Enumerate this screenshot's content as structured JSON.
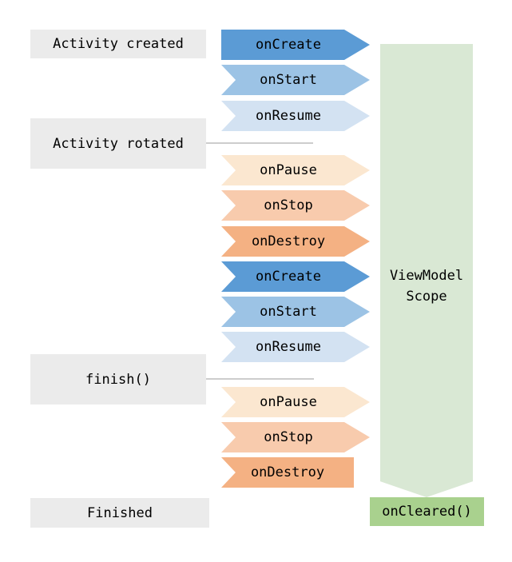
{
  "diagram": {
    "stage_labels": [
      {
        "label": "Activity created"
      },
      {
        "label": "Activity rotated"
      },
      {
        "label": "finish()"
      },
      {
        "label": "Finished"
      }
    ],
    "arrows": [
      {
        "label": "onCreate",
        "color": "#5b9bd5"
      },
      {
        "label": "onStart",
        "color": "#9cc3e5"
      },
      {
        "label": "onResume",
        "color": "#d3e2f2"
      },
      {
        "label": "onPause",
        "color": "#fbe7d0"
      },
      {
        "label": "onStop",
        "color": "#f8cbad"
      },
      {
        "label": "onDestroy",
        "color": "#f4b183"
      },
      {
        "label": "onCreate",
        "color": "#5b9bd5"
      },
      {
        "label": "onStart",
        "color": "#9cc3e5"
      },
      {
        "label": "onResume",
        "color": "#d3e2f2"
      },
      {
        "label": "onPause",
        "color": "#fbe7d0"
      },
      {
        "label": "onStop",
        "color": "#f8cbad"
      },
      {
        "label": "onDestroy",
        "color": "#f4b183"
      }
    ],
    "viewmodel_scope": {
      "line1": "ViewModel",
      "line2": "Scope",
      "body_color": "#d9e8d4"
    },
    "oncleared": {
      "label": "onCleared()",
      "color": "#a9d18e"
    },
    "colors": {
      "stage_box_bg": "#ebebeb",
      "divider": "#cdcdcd",
      "text": "#000000",
      "background": "#ffffff"
    }
  }
}
